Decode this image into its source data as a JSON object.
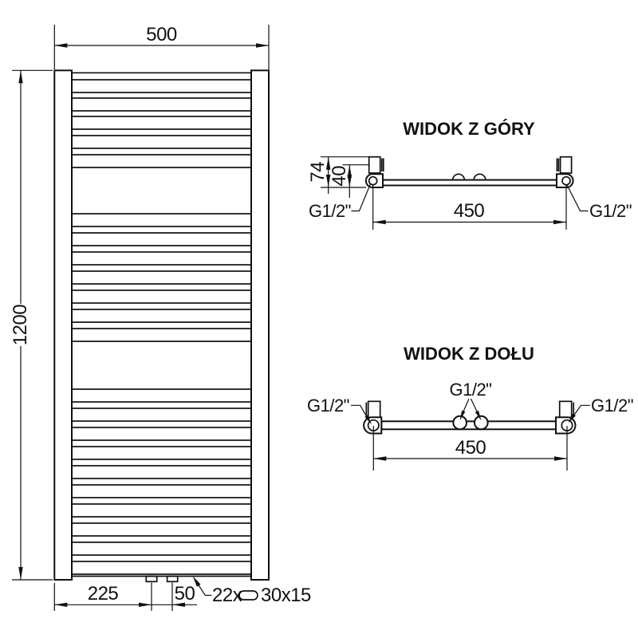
{
  "front_view": {
    "width_dim": "500",
    "height_dim": "1200",
    "bottom_left_dim": "225",
    "bottom_center_dim": "50",
    "tube_count_label": "22x",
    "tube_profile_label": "30x15",
    "tube_count": 22
  },
  "top_view": {
    "title": "WIDOK Z GÓRY",
    "depth_dim": "74",
    "offset_dim": "40",
    "span_dim": "450",
    "left_port": "G1/2\"",
    "right_port": "G1/2\""
  },
  "bottom_view": {
    "title": "WIDOK Z DOŁU",
    "span_dim": "450",
    "left_port": "G1/2\"",
    "center_port": "G1/2\"",
    "right_port": "G1/2\""
  }
}
